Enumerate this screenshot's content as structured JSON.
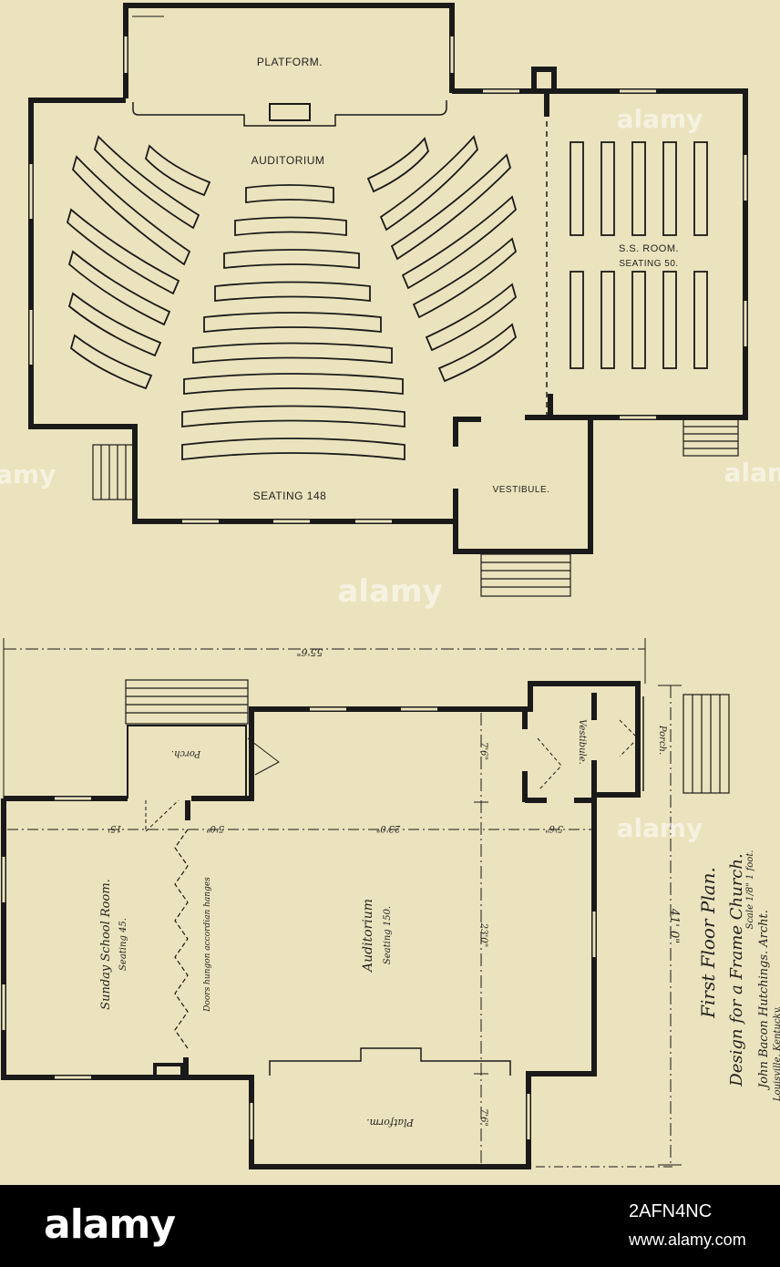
{
  "upper_plan": {
    "platform": "PLATFORM.",
    "auditorium": "AUDITORIUM",
    "ss_room": "S.S. ROOM.",
    "ss_seating": "SEATING 50.",
    "seating": "SEATING 148",
    "vestibule": "VESTIBULE."
  },
  "lower_plan": {
    "overall_width": "55'6\"",
    "overall_depth": "41' 0\"",
    "porch_left": "Porch.",
    "porch_right": "Porch.",
    "vestibule": "Vestibule.",
    "sunday_school": "Sunday School Room.",
    "sunday_school_seating": "Seating 45.",
    "auditorium": "Auditorium",
    "auditorium_seating": "Seating 150.",
    "doors_note": "Doors hungon accordian hanges",
    "platform": "Platform.",
    "dim_15": "15'",
    "dim_5a": "5'0\"",
    "dim_23a": "23'0\"",
    "dim_5b": "5'6\"",
    "dim_7a": "7'6\"",
    "dim_23b": "23'0\"",
    "dim_7b": "7'6\""
  },
  "caption": {
    "line1": "First Floor Plan.",
    "line2": "Design for a Frame Church.",
    "line3": "Scale 1/8\" 1 foot.",
    "line4": "John Bacon Hutchings. Archt.",
    "line5": "Louisville. Kentucky."
  },
  "watermark": {
    "text": "alamy"
  },
  "footer": {
    "brand": "alamy",
    "image_code": "2AFN4NC",
    "site": "www.alamy.com"
  }
}
